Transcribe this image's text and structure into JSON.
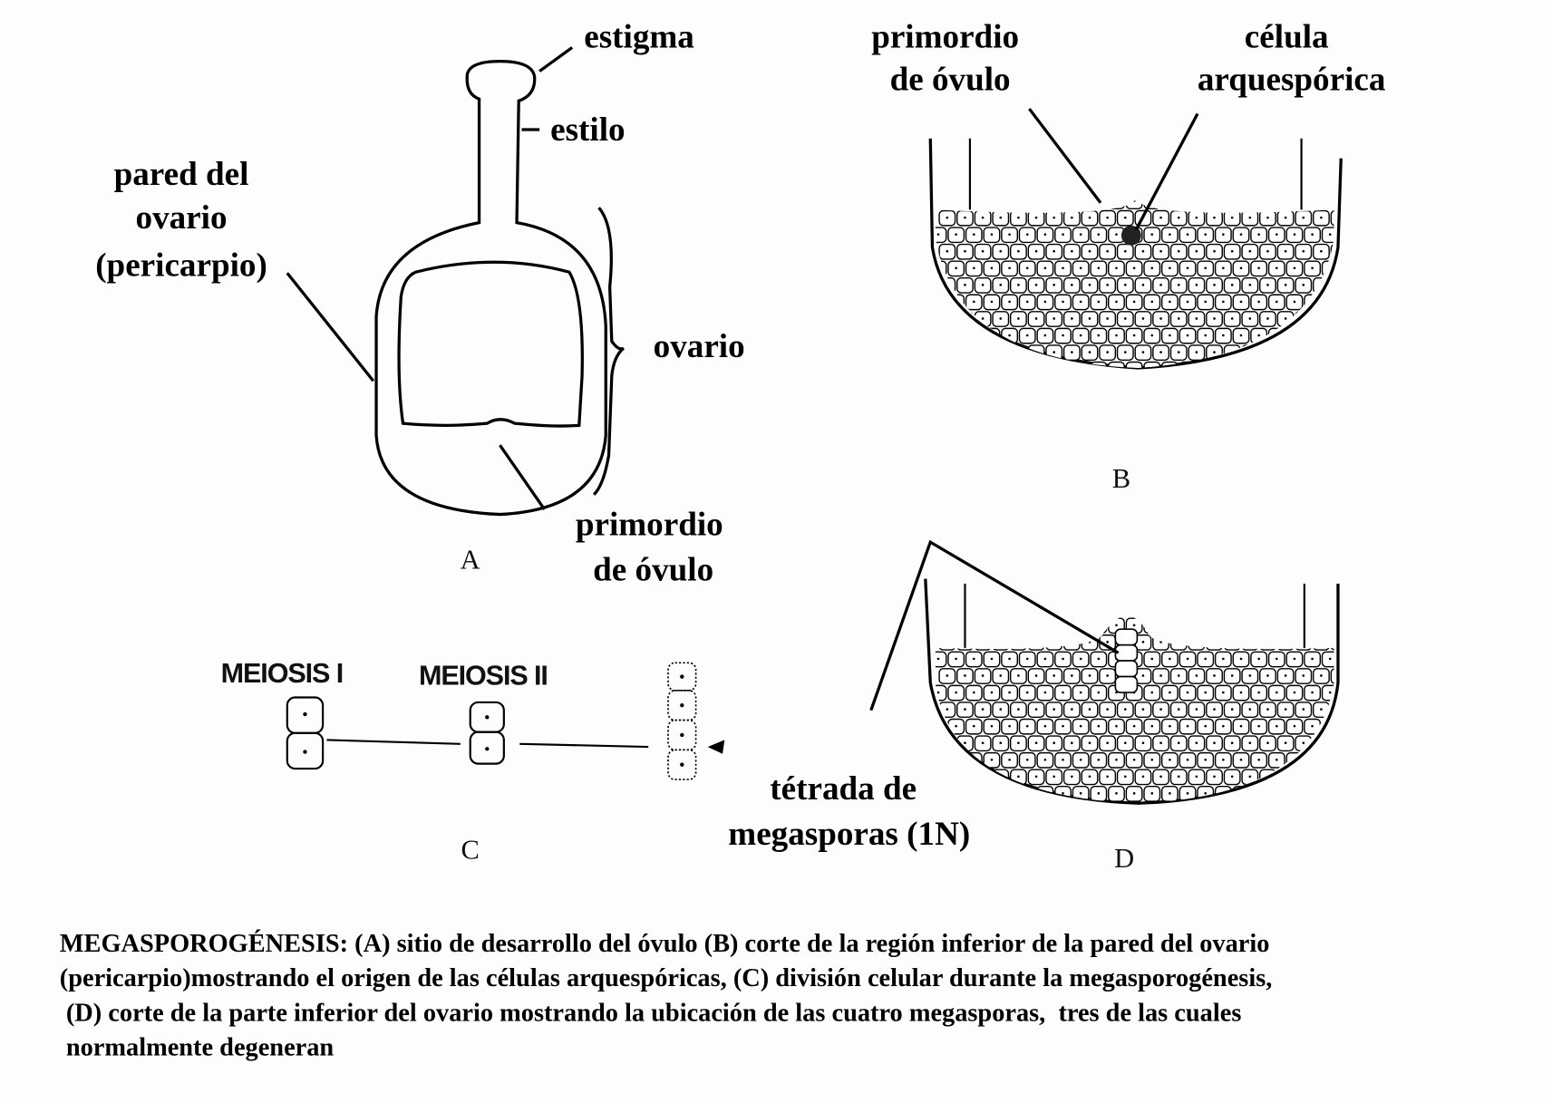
{
  "panel_a": {
    "letter": "A",
    "labels": {
      "estigma": "estigma",
      "estilo": "estilo",
      "pared": [
        "pared del",
        "ovario",
        "(pericarpio)"
      ],
      "ovario": "ovario",
      "primordio": [
        "primordio",
        "de óvulo"
      ]
    }
  },
  "panel_b": {
    "letter": "B",
    "labels": {
      "primordio": [
        "primordio",
        "de óvulo"
      ],
      "celula": [
        "célula",
        "arquespórica"
      ]
    }
  },
  "panel_c": {
    "letter": "C",
    "labels": {
      "meiosis1": "MEIOSIS I",
      "meiosis2": "MEIOSIS II"
    }
  },
  "panel_d": {
    "letter": "D",
    "labels": {
      "tetrada": [
        "tétrada de",
        "megasporas (1N)"
      ]
    }
  },
  "caption": [
    "MEGASPOROGÉNESIS: (A) sitio de desarrollo del óvulo (B) corte de la región inferior de la pared del ovario",
    "(pericarpio)mostrando el origen de las células arquespóricas, (C) división celular durante la megasporogénesis,",
    " (D) corte de la parte inferior del ovario mostrando la ubicación de las cuatro megasporas,  tres de las cuales",
    " normalmente degeneran"
  ]
}
